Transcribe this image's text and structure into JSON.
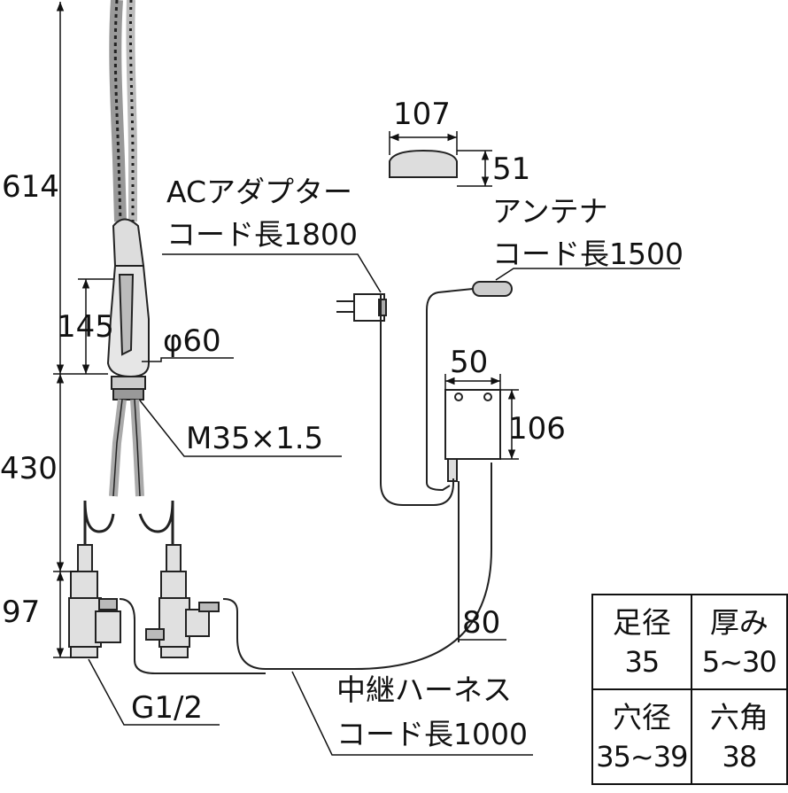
{
  "dimensions": {
    "total_height": "614",
    "handle_height": "145",
    "diameter": "φ60",
    "thread": "M35×1.5",
    "lower_height": "430",
    "valve_height": "97",
    "connection": "G1/2",
    "antenna_width": "107",
    "antenna_height": "51",
    "box_width": "50",
    "box_height": "106",
    "cable_spacing": "80"
  },
  "labels": {
    "ac_adapter_line1": "ACアダプター",
    "ac_adapter_line2": "コード長1800",
    "antenna_line1": "アンテナ",
    "antenna_line2": "コード長1500",
    "relay_line1": "中継ハーネス",
    "relay_line2": "コード長1000"
  },
  "spec_table": {
    "foot_diameter": {
      "title": "足径",
      "value": "35"
    },
    "thickness": {
      "title": "厚み",
      "value": "5~30"
    },
    "hole_diameter": {
      "title": "穴径",
      "value": "35~39"
    },
    "hex": {
      "title": "六角",
      "value": "38"
    }
  }
}
